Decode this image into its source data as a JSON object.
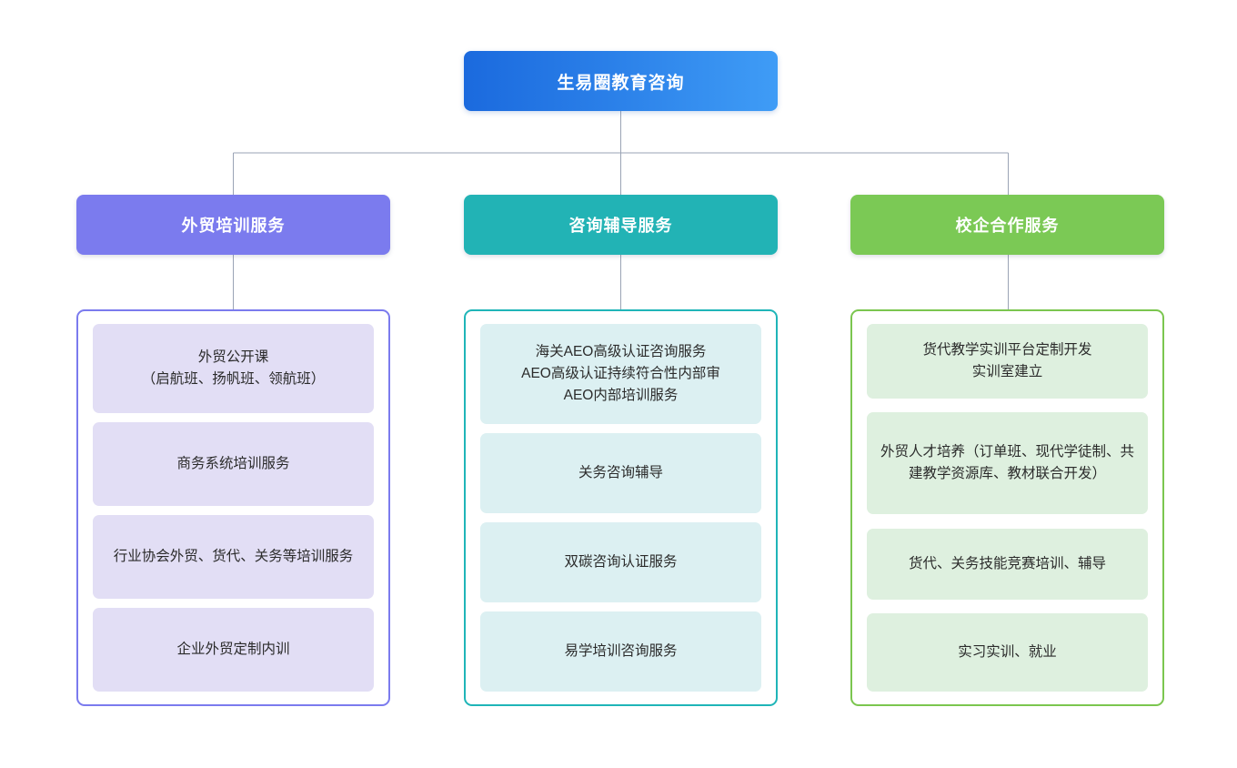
{
  "diagram": {
    "type": "organizational-tree",
    "orientation": "top-down",
    "root": {
      "label": "生易圈教育咨询",
      "color_start": "#1b6ade",
      "color_end": "#3f9cf6"
    },
    "connector_color": "#9aa3b5",
    "branches": [
      {
        "label": "外贸培训服务",
        "accent": "#7b7bee",
        "item_fill": "#e2def5",
        "items": [
          {
            "text": "外贸公开课\n（启航班、扬帆班、领航班）"
          },
          {
            "text": "商务系统培训服务"
          },
          {
            "text": "行业协会外贸、货代、关务等培训服务"
          },
          {
            "text": "企业外贸定制内训"
          }
        ]
      },
      {
        "label": "咨询辅导服务",
        "accent": "#22b3b5",
        "item_fill": "#dcf0f2",
        "items": [
          {
            "text": "海关AEO高级认证咨询服务\nAEO高级认证持续符合性内部审\nAEO内部培训服务"
          },
          {
            "text": "关务咨询辅导"
          },
          {
            "text": "双碳咨询认证服务"
          },
          {
            "text": "易学培训咨询服务"
          }
        ]
      },
      {
        "label": "校企合作服务",
        "accent": "#7bc955",
        "item_fill": "#def0df",
        "items": [
          {
            "text": "货代教学实训平台定制开发\n实训室建立"
          },
          {
            "text": "外贸人才培养（订单班、现代学徒制、共建教学资源库、教材联合开发）"
          },
          {
            "text": "货代、关务技能竞赛培训、辅导"
          },
          {
            "text": "实习实训、就业"
          }
        ]
      }
    ]
  }
}
